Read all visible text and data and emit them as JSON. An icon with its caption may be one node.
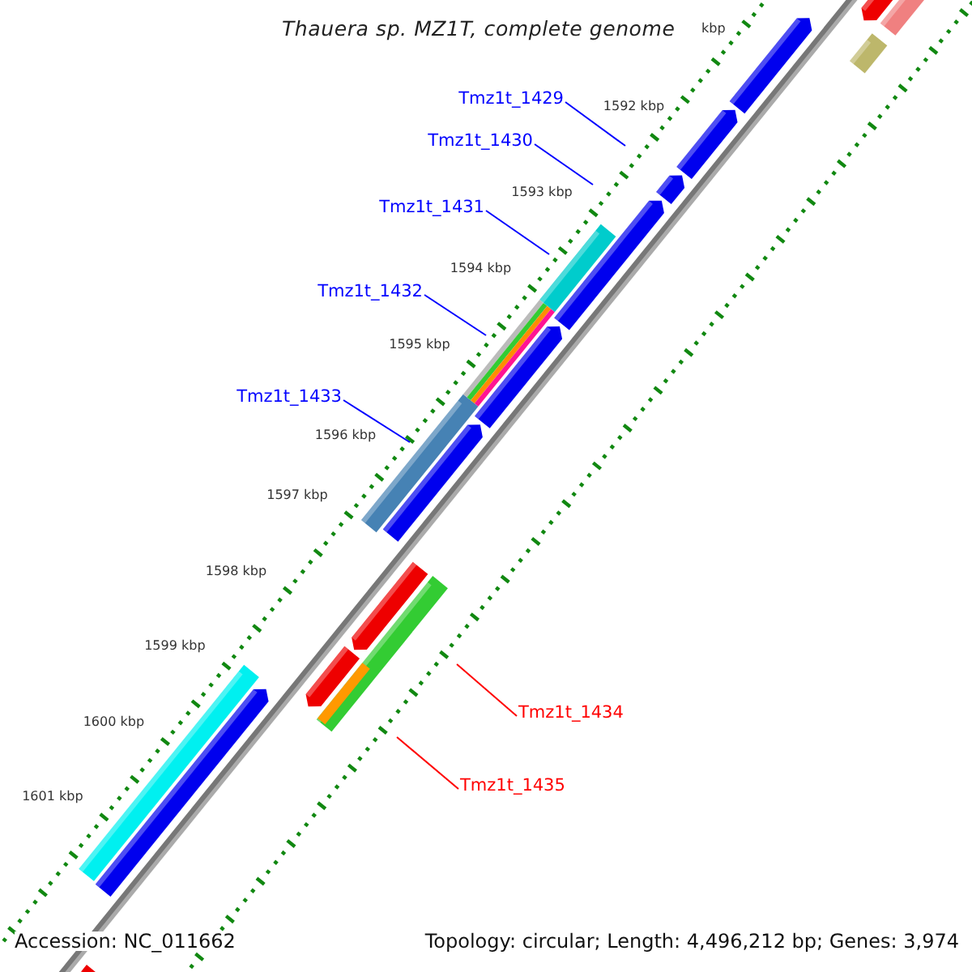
{
  "diagram": {
    "title": "Thauera sp. MZ1T, complete genome",
    "nodes": [
      {
        "text": [
          "Tmz1t_1429"
        ]
      },
      {
        "text": [
          "Tmz1t_1430"
        ]
      },
      {
        "text": [
          "Tmz1t_1431"
        ]
      },
      {
        "text": [
          "Tmz1t_1432"
        ]
      },
      {
        "text": [
          "Tmz1t_1433"
        ]
      },
      {
        "text": [
          "Tmz1t_1434"
        ]
      },
      {
        "text": [
          "Tmz1t_1435"
        ]
      }
    ],
    "edges": [
      {
        "from": 0,
        "to": null,
        "arrow": "none"
      },
      {
        "from": 1,
        "to": null,
        "arrow": "none"
      },
      {
        "from": 2,
        "to": null,
        "arrow": "none"
      },
      {
        "from": 3,
        "to": null,
        "arrow": "none"
      },
      {
        "from": 4,
        "to": null,
        "arrow": "none"
      },
      {
        "from": 5,
        "to": null,
        "arrow": "none",
        "color": "#ff0000"
      },
      {
        "from": 6,
        "to": null,
        "arrow": "none",
        "color": "#ff0000"
      }
    ],
    "labels": [
      "kbp",
      "1592 kbp",
      "1593 kbp",
      "1594 kbp",
      "1595 kbp",
      "1596 kbp",
      "1597 kbp",
      "1598 kbp",
      "1599 kbp",
      "1600 kbp",
      "1601 kbp",
      "Accession: NC_011662",
      "Topology: circular; Length: 4,496,212 bp; Genes: 3,974"
    ]
  }
}
